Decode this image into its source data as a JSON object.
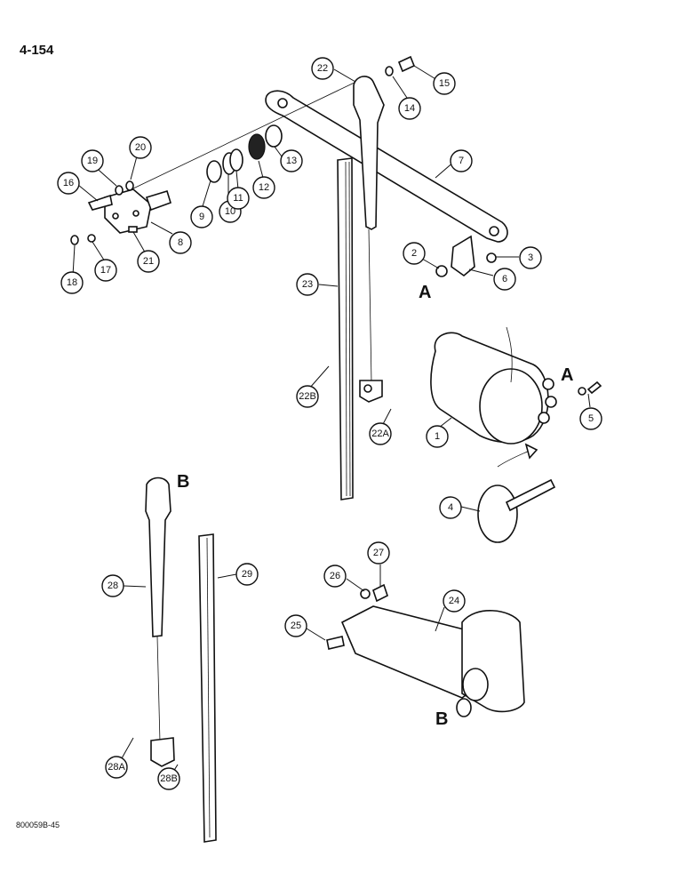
{
  "page_number": "4-154",
  "figure_code": "800059B-45",
  "reference_letters": {
    "a": "A",
    "b": "B"
  },
  "callouts": [
    "1",
    "2",
    "3",
    "4",
    "5",
    "6",
    "7",
    "8",
    "9",
    "10",
    "11",
    "12",
    "13",
    "14",
    "15",
    "16",
    "17",
    "18",
    "19",
    "20",
    "21",
    "22",
    "22A",
    "22B",
    "23",
    "24",
    "25",
    "26",
    "27",
    "28",
    "28A",
    "28B",
    "29"
  ]
}
